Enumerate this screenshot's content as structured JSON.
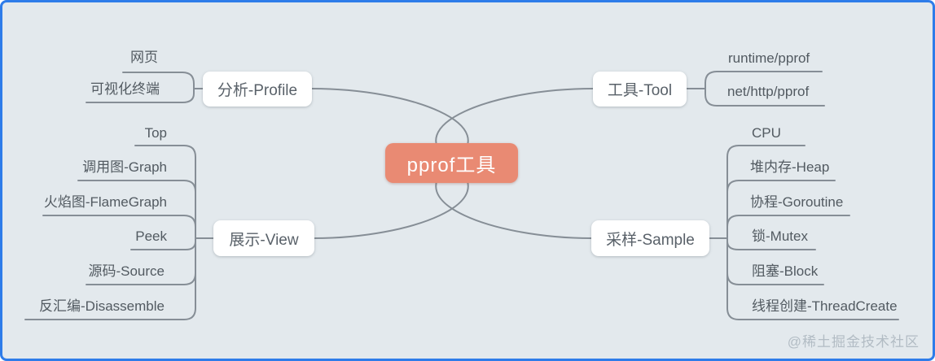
{
  "colors": {
    "background": "#e3e9ed",
    "frame": "#2e7ce9",
    "line": "#868e96",
    "root_fill": "#e98a73",
    "root_text": "#ffffff",
    "node_fill": "#ffffff",
    "node_text": "#596169",
    "leaf_text": "#525a61",
    "watermark_text": "#b2bcc4"
  },
  "watermark": "@稀土掘金技术社区",
  "root": {
    "label": "pprof工具"
  },
  "branches": [
    {
      "id": "profile",
      "label": "分析-Profile",
      "children": [
        "网页",
        "可视化终端"
      ]
    },
    {
      "id": "tool",
      "label": "工具-Tool",
      "children": [
        "runtime/pprof",
        "net/http/pprof"
      ]
    },
    {
      "id": "view",
      "label": "展示-View",
      "children": [
        "Top",
        "调用图-Graph",
        "火焰图-FlameGraph",
        "Peek",
        "源码-Source",
        "反汇编-Disassemble"
      ]
    },
    {
      "id": "sample",
      "label": "采样-Sample",
      "children": [
        "CPU",
        "堆内存-Heap",
        "协程-Goroutine",
        "锁-Mutex",
        "阻塞-Block",
        "线程创建-ThreadCreate"
      ]
    }
  ]
}
